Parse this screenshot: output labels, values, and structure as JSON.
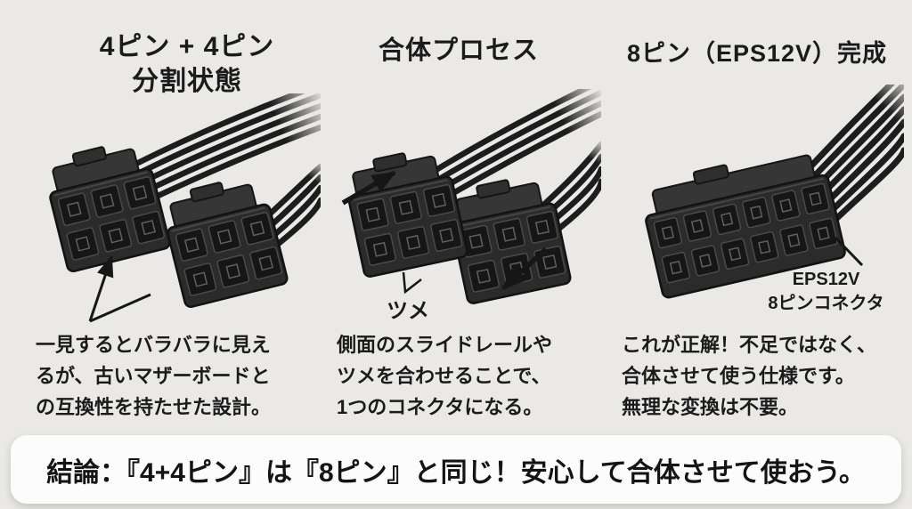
{
  "figure": {
    "panels": [
      {
        "title_lines": [
          "4ピン + 4ピン",
          "分割状態"
        ],
        "desc_lines": [
          "一見するとバラバラに見え",
          "るが、古いマザーボードと",
          "の互換性を持たせた設計。"
        ]
      },
      {
        "title_lines": [
          "合体プロセス"
        ],
        "callout": "ツメ",
        "desc_lines": [
          "側面のスライドレールや",
          "ツメを合わせることで、",
          "1つのコネクタになる。"
        ]
      },
      {
        "title_lines": [
          "8ピン（EPS12V）完成"
        ],
        "callout_lines": [
          "EPS12V",
          "8ピンコネクタ"
        ],
        "desc_lines": [
          "これが正解！不足ではなく、",
          "合体させて使う仕様です。",
          "無理な変換は不要。"
        ]
      }
    ],
    "conclusion": "結論：『4+4ピン』は『8ピン』と同じ！安心して合体させて使おう。"
  },
  "icons": {
    "panel1": "fork-arrow-pointing-to-connectors",
    "panel2": [
      "arrow-up-right",
      "arrow-down-left",
      "tab-pointer-line"
    ],
    "panel3": "label-pointer-line"
  },
  "colors": {
    "background": "#ebe9e6",
    "text": "#1b1b1b",
    "banner_background": "#fcfcfc",
    "connector_body": "#2b2b2b",
    "wire": "#1d1d1d"
  }
}
